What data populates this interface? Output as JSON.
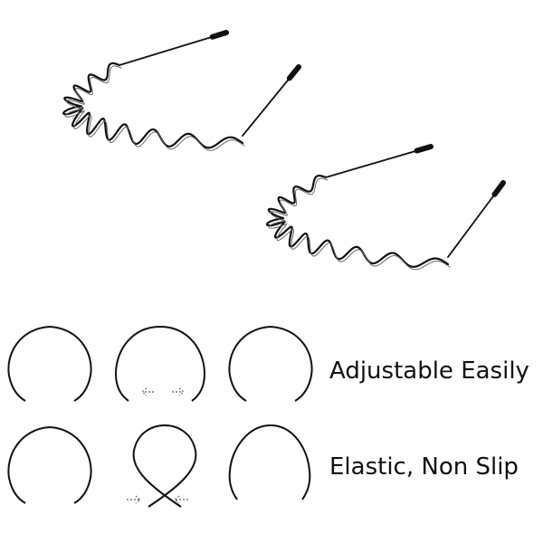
{
  "image": {
    "subject": "metal spring wave headbands, two pieces",
    "background_color": "#ffffff",
    "ink_color": "#111111"
  },
  "features": [
    {
      "label": "Adjustable Easily",
      "illustration": "band-spread-outward-icon"
    },
    {
      "label": "Elastic, Non Slip",
      "illustration": "band-pinched-inward-icon"
    }
  ]
}
